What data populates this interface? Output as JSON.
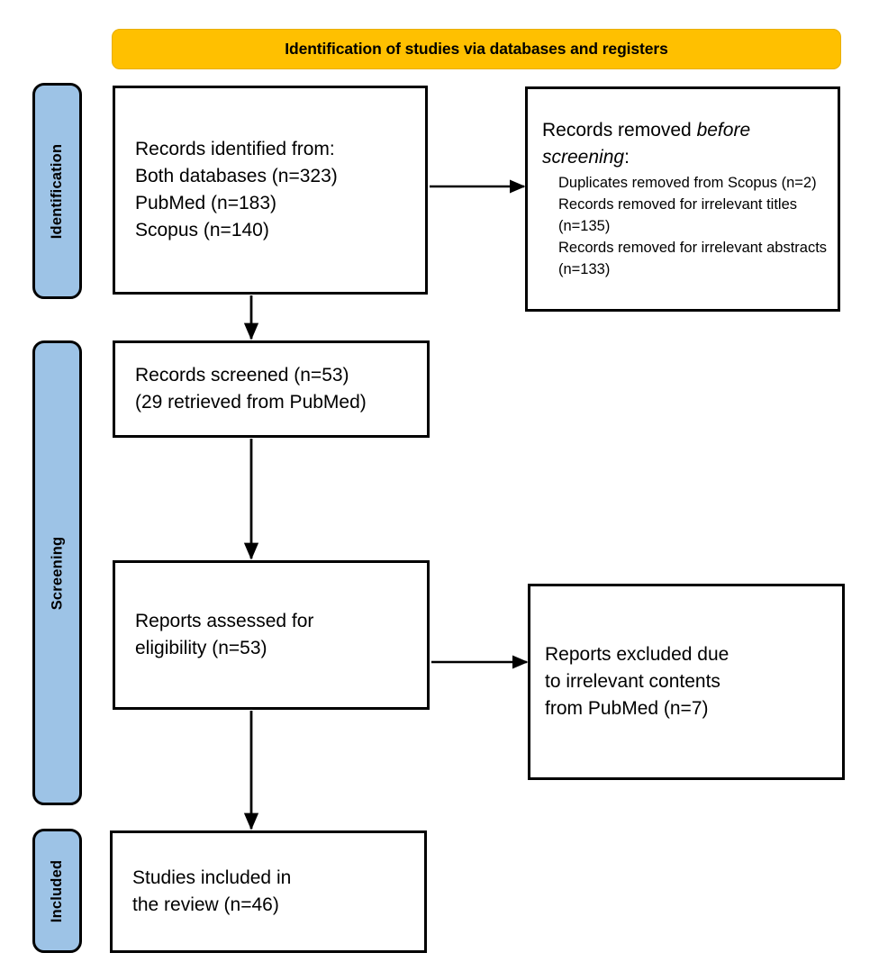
{
  "diagram": {
    "type": "prisma-flow-diagram",
    "banner": {
      "label": "Identification of studies via databases and registers",
      "color": "#FFC000"
    },
    "stages": [
      {
        "key": "identification",
        "label": "Identification",
        "color": "#9DC3E6"
      },
      {
        "key": "screening",
        "label": "Screening",
        "color": "#9DC3E6"
      },
      {
        "key": "included",
        "label": "Included",
        "color": "#9DC3E6"
      }
    ],
    "boxes": {
      "identified": {
        "text": "Records identified from:\n   Both databases (n=323)\n   PubMed (n=183)\n   Scopus (n=140)"
      },
      "removed": {
        "heading_prefix": "Records removed ",
        "heading_italic": "before screening",
        "heading_suffix": ":",
        "items": "Duplicates removed from Scopus (n=2)\nRecords removed for irrelevant titles (n=135)\nRecords removed for irrelevant abstracts (n=133)"
      },
      "screened": {
        "text": "Records screened (n=53)\n(29 retrieved from PubMed)"
      },
      "assessed": {
        "text": "Reports assessed for\neligibility (n=53)"
      },
      "excluded": {
        "text": "Reports excluded due\nto irrelevant contents\nfrom PubMed (n=7)"
      },
      "included": {
        "text": "Studies included in\nthe review (n=46)"
      }
    },
    "counts": {
      "records_both_databases": 323,
      "records_pubmed": 183,
      "records_scopus": 140,
      "duplicates_removed_scopus": 2,
      "removed_irrelevant_titles": 135,
      "removed_irrelevant_abstracts": 133,
      "records_screened": 53,
      "retrieved_from_pubmed": 29,
      "reports_assessed": 53,
      "reports_excluded": 7,
      "studies_included": 46
    }
  }
}
